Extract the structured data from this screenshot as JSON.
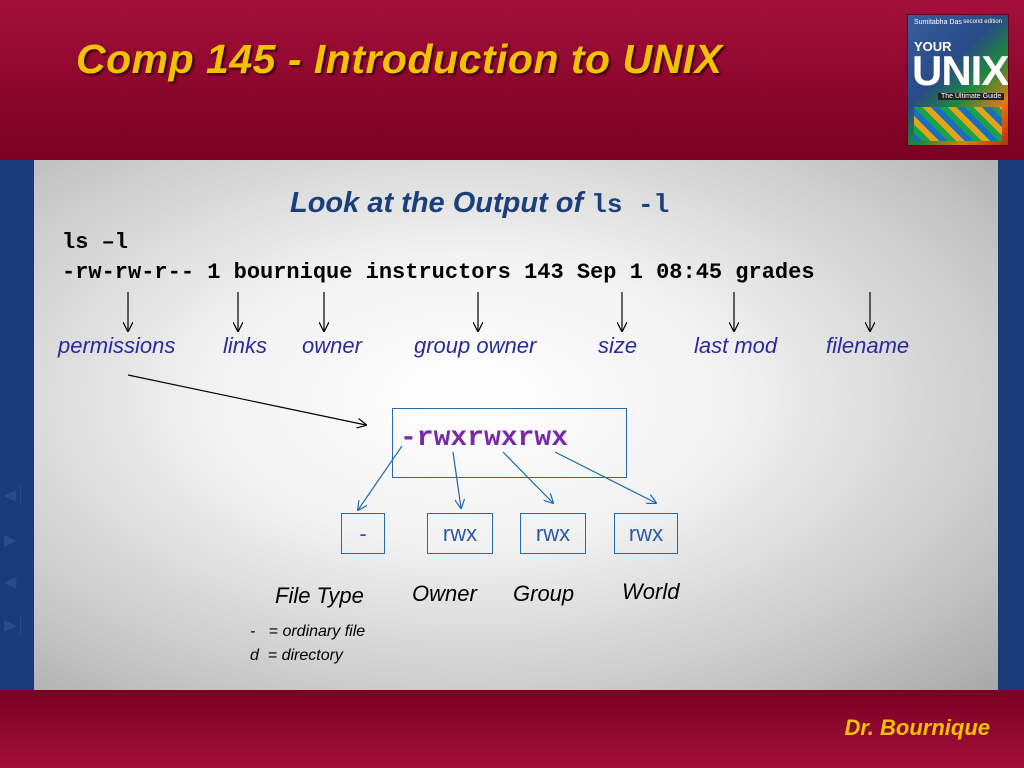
{
  "slide": {
    "title": "Comp 145 - Introduction to UNIX",
    "author": "Dr. Bournique"
  },
  "book_cover": {
    "author": "Sumitabha Das",
    "edition": "second edition",
    "your": "YOUR",
    "unix": "UNIX",
    "subtitle": "The Ultimate Guide"
  },
  "content": {
    "heading_text": "Look at the Output of",
    "heading_cmd": "ls -l",
    "command_line": "ls –l",
    "output_line": "-rw-rw-r-- 1 bournique instructors 143 Sep 1 08:45 grades",
    "labels": {
      "permissions": "permissions",
      "links": "links",
      "owner": "owner",
      "group_owner": "group owner",
      "size": "size",
      "last_mod": "last mod",
      "filename": "filename"
    },
    "permission_string": "-rwxrwxrwx",
    "parts": {
      "file_type": "-",
      "owner": "rwx",
      "group": "rwx",
      "world": "rwx"
    },
    "categories": {
      "file_type": "File Type",
      "owner": "Owner",
      "group": "Group",
      "world": "World"
    },
    "notes": [
      "-   = ordinary file",
      "d  = directory"
    ]
  }
}
